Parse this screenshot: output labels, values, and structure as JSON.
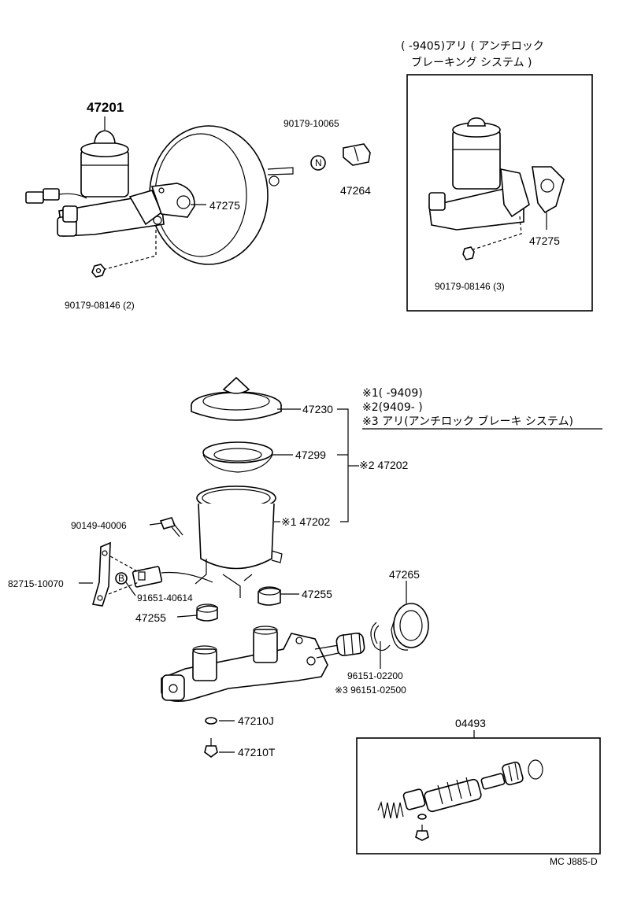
{
  "diagram": {
    "top_left": {
      "p47201": "47201",
      "p47275": "47275",
      "p90179_10065": "90179-10065",
      "p47264": "47264",
      "p90179_08146": "90179-08146 (2)",
      "nut_symbol": "N"
    },
    "abs_box": {
      "header_line1": "(      -9405)アリ ( アンチロック",
      "header_line2": "ブレーキング   システム )",
      "p47275": "47275",
      "p90179_08146": "90179-08146 (3)"
    },
    "notes": {
      "n1": "※1(         -9409)",
      "n2": "※2(9409-          )",
      "n3": "※3 アリ(アンチロック ブレーキ システム)"
    },
    "main": {
      "p47230": "47230",
      "p47299": "47299",
      "p47202_2": "※2 47202",
      "p47202_1": "※1 47202",
      "p90149_40006": "90149-40006",
      "p82715_10070": "82715-10070",
      "p91651_40614": "91651-40614",
      "b_symbol": "B",
      "p47255_right": "47255",
      "p47255_left": "47255",
      "p47265": "47265",
      "p96151_02200": "96151-02200",
      "p96151_02500": "※3 96151-02500",
      "p47210J": "47210J",
      "p47210T": "47210T"
    },
    "kit_box": {
      "p04493": "04493"
    },
    "footer_code": "MC  J885-D"
  }
}
